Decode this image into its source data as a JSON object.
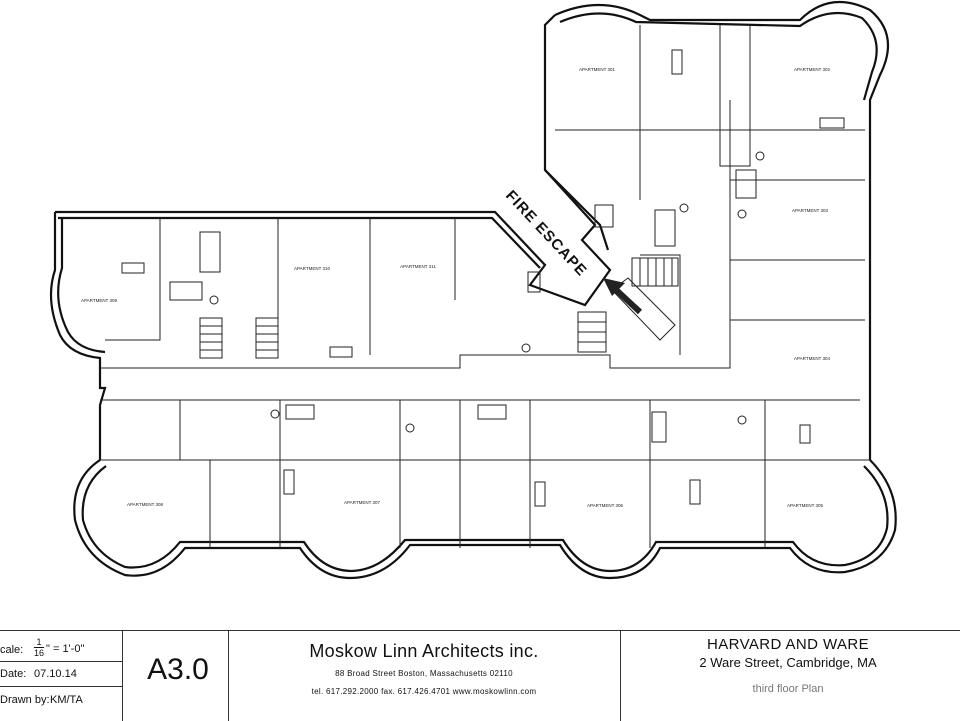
{
  "drawing": {
    "fire_escape_label": "FIRE ESCAPE",
    "rooms": [
      {
        "id": "301",
        "label": "APARTMENT 301"
      },
      {
        "id": "302",
        "label": "APARTMENT 302"
      },
      {
        "id": "303",
        "label": "APARTMENT 303"
      },
      {
        "id": "304",
        "label": "APARTMENT 304"
      },
      {
        "id": "305",
        "label": "APARTMENT 305"
      },
      {
        "id": "306",
        "label": "APARTMENT 306"
      },
      {
        "id": "307",
        "label": "APARTMENT 307"
      },
      {
        "id": "308",
        "label": "APARTMENT 308"
      },
      {
        "id": "309",
        "label": "APARTMENT 309"
      },
      {
        "id": "310",
        "label": "APARTMENT 310"
      },
      {
        "id": "311",
        "label": "APARTMENT 311"
      }
    ]
  },
  "title_block": {
    "scale_label": "cale:",
    "scale_num": "1",
    "scale_den": "16",
    "scale_value": "\" = 1'-0\"",
    "date_label": "Date:",
    "date_value": "07.10.14",
    "drawn_label": "Drawn by:",
    "drawn_value": "KM/TA",
    "sheet_number": "A3.0",
    "firm_name": "Moskow Linn Architects inc.",
    "firm_address": "88 Broad Street  Boston,  Massachusetts 02110",
    "firm_contact": "tel.  617.292.2000    fax.  617.426.4701    www.moskowlinn.com",
    "project_name": "HARVARD AND WARE",
    "project_address": "2 Ware Street, Cambridge, MA",
    "sheet_title": "third floor Plan"
  }
}
